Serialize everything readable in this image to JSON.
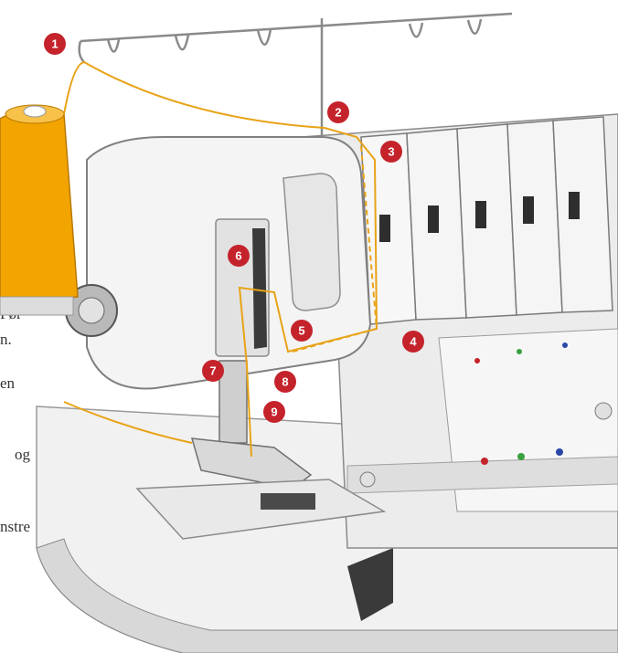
{
  "text_fragments": [
    {
      "id": "frag-1",
      "text": "Før"
    },
    {
      "id": "frag-2",
      "text": "n."
    },
    {
      "id": "frag-3",
      "text": "en"
    },
    {
      "id": "frag-4",
      "text": "og"
    },
    {
      "id": "frag-5",
      "text": "nstre"
    }
  ],
  "callouts": [
    {
      "label": "1"
    },
    {
      "label": "2"
    },
    {
      "label": "3"
    },
    {
      "label": "4"
    },
    {
      "label": "5"
    },
    {
      "label": "6"
    },
    {
      "label": "7"
    },
    {
      "label": "8"
    },
    {
      "label": "9"
    }
  ],
  "colors": {
    "callout": "#c4232b",
    "thread": "#e8a317",
    "spool": "#f2a400",
    "machine_light": "#f4f4f4",
    "machine_stroke": "#8a8a8a",
    "machine_dark": "#3a3a3a"
  }
}
